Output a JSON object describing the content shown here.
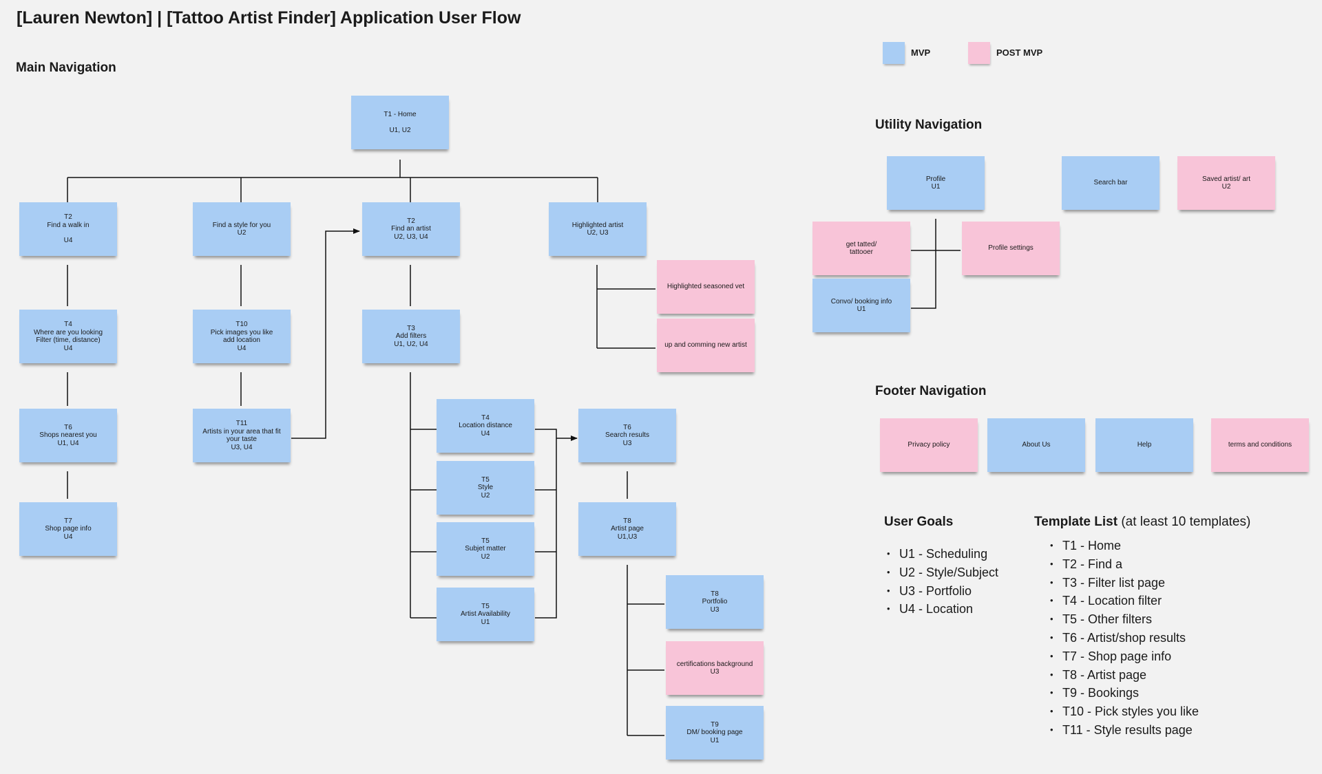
{
  "header": {
    "title": "[Lauren Newton]  |  [Tattoo Artist Finder] Application User Flow"
  },
  "legend": {
    "mvp_label": "MVP",
    "post_mvp_label": "POST MVP",
    "mvp_color": "#a9cdf4",
    "post_mvp_color": "#f8c4d8"
  },
  "sections": {
    "main": "Main Navigation",
    "utility": "Utility Navigation",
    "footer": "Footer Navigation"
  },
  "main_nav": {
    "home": [
      "T1 - Home",
      "",
      "U1, U2"
    ],
    "t2_walk_in": [
      "T2",
      "Find a walk in",
      "",
      "U4"
    ],
    "find_style": [
      "Find a style for you",
      "U2"
    ],
    "t2_artist": [
      "T2",
      "Find an artist",
      "U2, U3, U4"
    ],
    "highlighted": [
      "Highlighted artist",
      "U2, U3"
    ],
    "t4_where": [
      "T4",
      "Where are you looking",
      "Filter (time, distance)",
      "U4"
    ],
    "t10_pick": [
      "T10",
      "Pick images you like",
      "add location",
      "U4"
    ],
    "t3_filters": [
      "T3",
      "Add filters",
      "U1, U2, U4"
    ],
    "seasoned_vet": [
      "Highlighted seasoned vet"
    ],
    "new_artist": [
      "up and comming new artist"
    ],
    "t6_shops": [
      "T6",
      "Shops nearest you",
      "U1, U4"
    ],
    "t11_artists": [
      "T11",
      "Artists in your area that fit",
      "your taste",
      "U3, U4"
    ],
    "t7_shop": [
      "T7",
      "Shop page info",
      "U4"
    ],
    "t4_location": [
      "T4",
      "Location distance",
      "U4"
    ],
    "t5_style": [
      "T5",
      "Style",
      "U2"
    ],
    "t5_subject": [
      "T5",
      "Subjet matter",
      "U2"
    ],
    "t5_availability": [
      "T5",
      "Artist Availability",
      "U1"
    ],
    "t6_search": [
      "T6",
      "Search results",
      "U3"
    ],
    "t8_artist": [
      "T8",
      "Artist page",
      "U1,U3"
    ],
    "t8_portfolio": [
      "T8",
      "Portfolio",
      "U3"
    ],
    "certifications": [
      "certifications background",
      "U3"
    ],
    "t9_dm": [
      "T9",
      "DM/ booking page",
      "U1"
    ]
  },
  "utility_nav": {
    "profile": [
      "Profile",
      "U1"
    ],
    "search_bar": [
      "Search bar"
    ],
    "saved": [
      "Saved artist/ art",
      "U2"
    ],
    "get_tatted": [
      "get tatted/",
      "tattooer"
    ],
    "profile_settings": [
      "Profile settings"
    ],
    "convo": [
      "Convo/ booking info",
      "U1"
    ]
  },
  "footer_nav": {
    "privacy": [
      "Privacy policy"
    ],
    "about": [
      "About Us"
    ],
    "help": [
      "Help"
    ],
    "terms": [
      "terms and conditions"
    ]
  },
  "user_goals": {
    "title": "User Goals",
    "items": [
      "U1 - Scheduling",
      "U2 - Style/Subject",
      "U3 - Portfolio",
      "U4 - Location"
    ]
  },
  "template_list": {
    "title": "Template List",
    "subtitle": "(at least 10 templates)",
    "items": [
      "T1 - Home",
      "T2 - Find a",
      "T3 - Filter list page",
      "T4 - Location filter",
      "T5 - Other filters",
      "T6 - Artist/shop results",
      "T7 - Shop page info",
      "T8 - Artist page",
      "T9 - Bookings",
      "T10 - Pick styles you like",
      "T11 - Style results page"
    ]
  }
}
